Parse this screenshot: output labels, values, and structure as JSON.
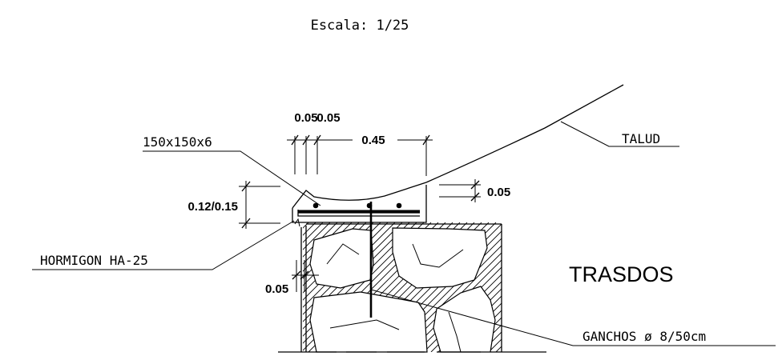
{
  "scale": "Escala:  1/25",
  "labels": {
    "angle": "150x150x6",
    "concrete": "HORMIGON  HA-25",
    "slope": "TALUD",
    "hooks": "GANCHOS  ø  8/50cm",
    "backfill": "TRASDOS"
  },
  "dimensions": {
    "gap1": "0.05",
    "gap2": "0.05",
    "width": "0.45",
    "height": "0.12/0.15",
    "top_offset": "0.05",
    "bottom_offset": "0.05"
  }
}
